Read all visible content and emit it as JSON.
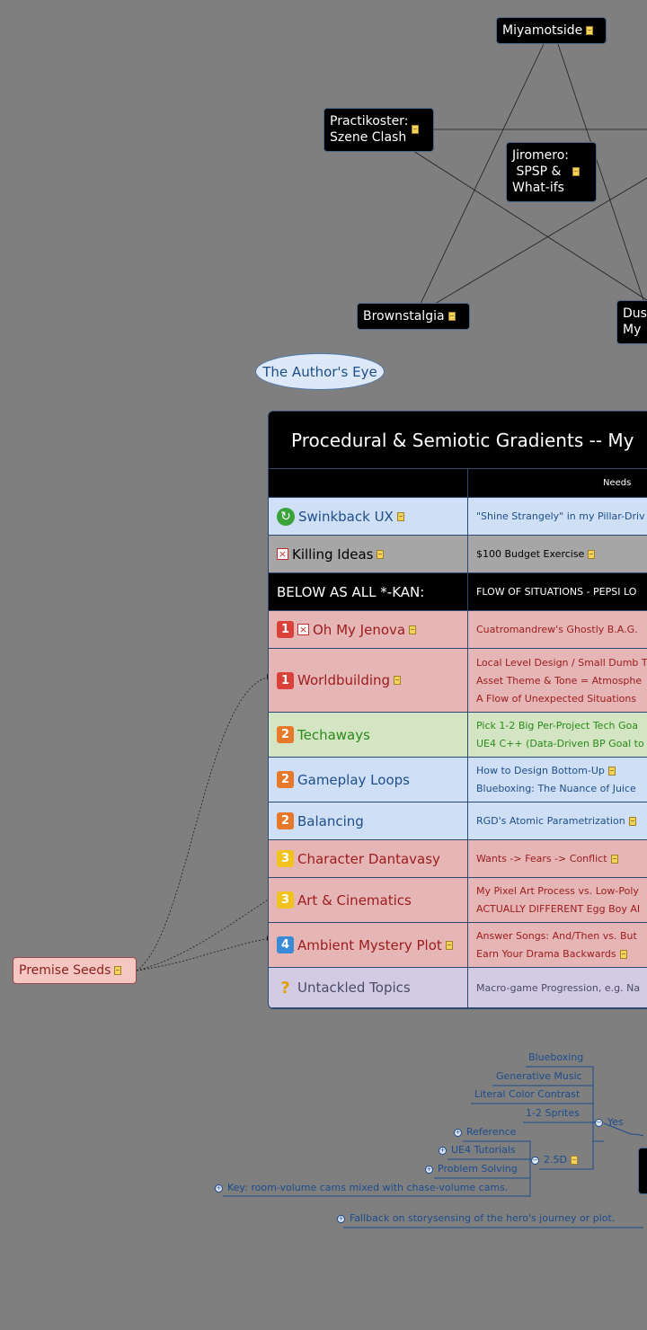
{
  "pentagon": {
    "miyamotside": "Miyamotside",
    "practikoster": "Practikoster:\nSzene Clash",
    "jiromero": "Jiromero:\n SPSP &\nWhat-ifs",
    "brownstalgia": "Brownstalgia",
    "dusty": "Dus\nMy"
  },
  "authors_eye": "The Author's Eye",
  "premise_seeds": "Premise Seeds",
  "table": {
    "title": "Procedural & Semiotic Gradients -- My",
    "header_needs": "Needs",
    "rows": [
      {
        "label": "Swinkback UX",
        "needs": [
          "\"Shine Strangely\" in my Pillar-Driv"
        ],
        "bg": "#cfdff6",
        "color": "#1f4e89"
      },
      {
        "label": "Killing Ideas",
        "needs": [
          "$100 Budget Exercise"
        ],
        "bg": "#a6a6a6",
        "color": "#000000"
      },
      {
        "label": "BELOW AS ALL *-KAN:",
        "needs": [
          "FLOW OF SITUATIONS - PEPSI LO"
        ],
        "bg": "#000000",
        "color": "#ffffff"
      },
      {
        "label": "Oh My Jenova",
        "badge": "1",
        "needs": [
          "Cuatromandrew's Ghostly B.A.G."
        ],
        "bg": "#e6b5b5",
        "color": "#9b1c1c"
      },
      {
        "label": "Worldbuilding",
        "badge": "1",
        "needs": [
          "Local Level Design / Small Dumb T",
          "Asset Theme & Tone = Atmosphe",
          "A Flow of Unexpected Situations"
        ],
        "bg": "#e6b5b5",
        "color": "#9b1c1c"
      },
      {
        "label": "Techaways",
        "badge": "2",
        "needs": [
          "Pick 1-2 Big Per-Project Tech Goa",
          "UE4 C++ (Data-Driven BP Goal to"
        ],
        "bg": "#d3e5c3",
        "color": "#2a8a1a"
      },
      {
        "label": "Gameplay Loops",
        "badge": "2",
        "needs": [
          "How to Design Bottom-Up",
          "Blueboxing: The Nuance of Juice"
        ],
        "bg": "#cfdff6",
        "color": "#1f4e89"
      },
      {
        "label": "Balancing",
        "badge": "2",
        "needs": [
          "RGD's Atomic Parametrization"
        ],
        "bg": "#cfdff6",
        "color": "#1f4e89"
      },
      {
        "label": "Character Dantavasy",
        "badge": "3",
        "needs": [
          "Wants -> Fears -> Conflict"
        ],
        "bg": "#e6b5b5",
        "color": "#9b1c1c"
      },
      {
        "label": "Art & Cinematics",
        "badge": "3",
        "needs": [
          "My Pixel Art Process vs. Low-Poly",
          "ACTUALLY DIFFERENT Egg Boy AI"
        ],
        "bg": "#e6b5b5",
        "color": "#9b1c1c"
      },
      {
        "label": "Ambient Mystery Plot",
        "badge": "4",
        "needs": [
          "Answer Songs: And/Then vs. But",
          "Earn Your Drama Backwards"
        ],
        "bg": "#e6b5b5",
        "color": "#9b1c1c"
      },
      {
        "label": "Untackled Topics",
        "needs": [
          "Macro-game Progression, e.g. Na"
        ],
        "bg": "#d3cbe3",
        "color": "#4a4a6a"
      }
    ]
  },
  "tree": {
    "blueboxing": "Blueboxing",
    "generative_music": "Generative Music",
    "literal_color": "Literal Color Contrast",
    "sprites": "1-2 Sprites",
    "yes": "Yes",
    "reference": "Reference",
    "ue4_tutorials": "UE4 Tutorials",
    "two_five_d": "2.5D",
    "problem_solving": "Problem Solving",
    "key": "Key: room-volume cams mixed with chase-volume cams.",
    "fallback": "Fallback on storysensing of the hero's journey or plot."
  },
  "colors": {
    "canvas": "#7f7f7f",
    "badge_1": "#d9413a",
    "badge_2": "#e8782a",
    "badge_3": "#f2c21f",
    "badge_4": "#3a8ad6"
  }
}
